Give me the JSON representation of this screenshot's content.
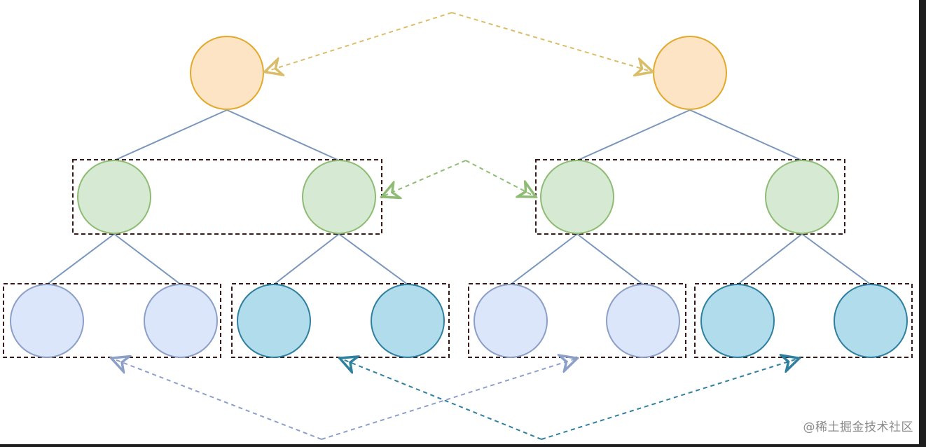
{
  "diagram": {
    "watermark": "@稀土掘金技术社区",
    "colors": {
      "background": "#1e1e1e",
      "canvas": "#ffffff",
      "edge": "#7a96bd",
      "box": "#3b1818",
      "root_fill": "#fce4c4",
      "root_stroke": "#e2a92b",
      "mid_fill": "#d6ead3",
      "mid_stroke": "#8fbc74",
      "leaf_light_fill": "#dce6fb",
      "leaf_light_stroke": "#8b9fc7",
      "leaf_dark_fill": "#b0dcec",
      "leaf_dark_stroke": "#2f7f9f",
      "arrow_root": "#d9bd68",
      "arrow_mid": "#8fbc74",
      "arrow_leaf_light": "#8b9fc7",
      "arrow_leaf_dark": "#2f7f9f"
    },
    "trees": [
      {
        "name": "left-tree",
        "root": {
          "type": "root"
        },
        "children": [
          {
            "type": "mid",
            "children": [
              {
                "type": "leaf_light"
              },
              {
                "type": "leaf_light"
              }
            ]
          },
          {
            "type": "mid",
            "children": [
              {
                "type": "leaf_dark"
              },
              {
                "type": "leaf_dark"
              }
            ]
          }
        ]
      },
      {
        "name": "right-tree",
        "root": {
          "type": "root"
        },
        "children": [
          {
            "type": "mid",
            "children": [
              {
                "type": "leaf_light"
              },
              {
                "type": "leaf_light"
              }
            ]
          },
          {
            "type": "mid",
            "children": [
              {
                "type": "leaf_dark"
              },
              {
                "type": "leaf_dark"
              }
            ]
          }
        ]
      }
    ],
    "comparisons": [
      {
        "name": "root-comparison",
        "color": "arrow_root"
      },
      {
        "name": "mid-level-comparison",
        "color": "arrow_mid"
      },
      {
        "name": "left-leaf-group-comparison",
        "color": "arrow_leaf_light"
      },
      {
        "name": "right-leaf-group-comparison",
        "color": "arrow_leaf_dark"
      }
    ]
  }
}
